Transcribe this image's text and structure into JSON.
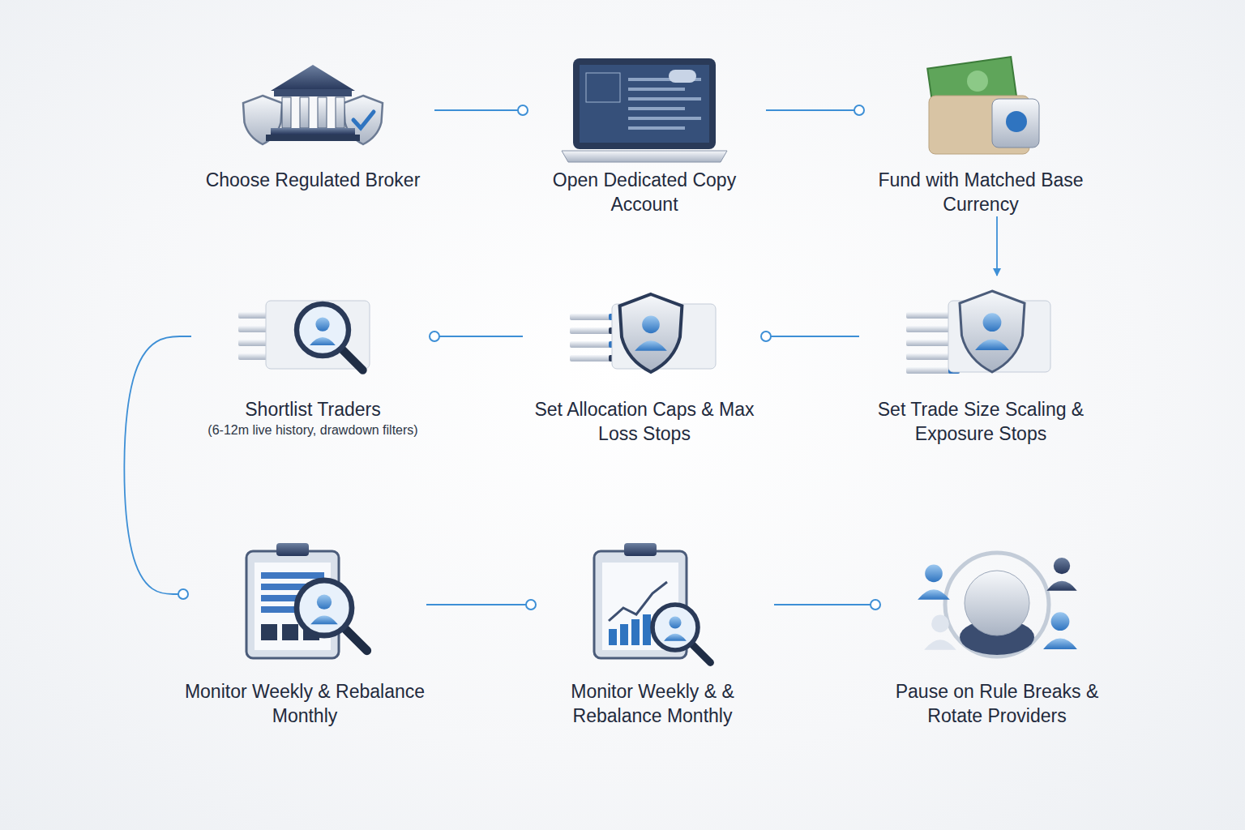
{
  "diagram": {
    "nodes": [
      {
        "text": [
          "Choose Regulated Broker"
        ]
      },
      {
        "text": [
          "Open Dedicated Copy Account"
        ]
      },
      {
        "text": [
          "Fund with Matched Base Currency"
        ]
      },
      {
        "text": [
          "Shortlist Traders",
          "(6-12m live history, drawdown filters)"
        ]
      },
      {
        "text": [
          "Set Allocation Caps & Max Loss Stops"
        ]
      },
      {
        "text": [
          "Set Trade Size Scaling & Exposure Stops"
        ]
      },
      {
        "text": [
          "Monitor Weekly & Rebalance Monthly"
        ]
      },
      {
        "text": [
          "Monitor Weekly & & Rebalance Monthly"
        ]
      },
      {
        "text": [
          "Pause on Rule Breaks & Rotate Providers"
        ]
      }
    ],
    "edges": [
      {
        "from": 0,
        "to": 1,
        "arrow": "to"
      },
      {
        "from": 1,
        "to": 2,
        "arrow": "to"
      },
      {
        "from": 2,
        "to": 5,
        "arrow": "to"
      },
      {
        "from": 5,
        "to": 4,
        "arrow": "to"
      },
      {
        "from": 4,
        "to": 3,
        "arrow": "to"
      },
      {
        "from": 3,
        "to": 6,
        "arrow": "to"
      },
      {
        "from": 6,
        "to": 7,
        "arrow": "to"
      },
      {
        "from": 7,
        "to": 8,
        "arrow": "to"
      }
    ]
  }
}
